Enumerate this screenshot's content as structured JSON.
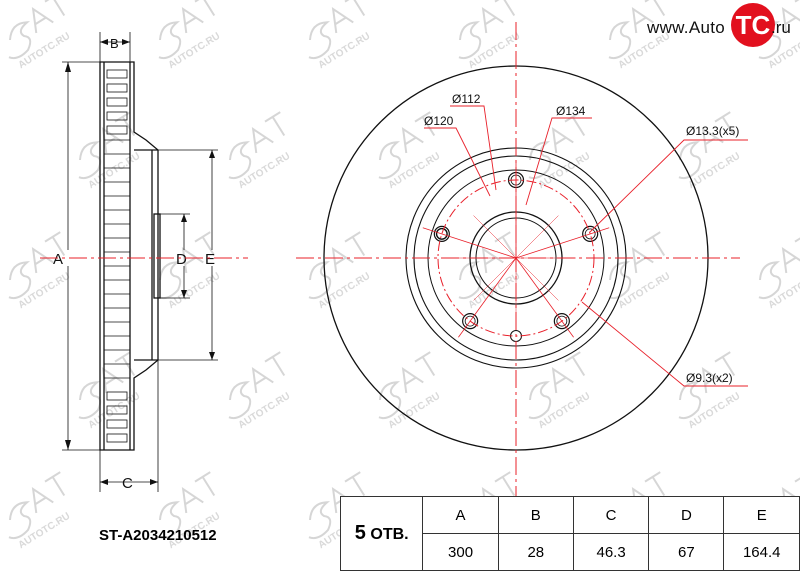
{
  "logo": {
    "www": "www.Auto",
    "tc": "TC",
    "ru": ".ru"
  },
  "part_number": "ST-A2034210512",
  "bolt_holes": {
    "count": "5",
    "suffix": "ОТВ."
  },
  "spec_table": {
    "headers": [
      "A",
      "B",
      "C",
      "D",
      "E"
    ],
    "values": [
      "300",
      "28",
      "46.3",
      "67",
      "164.4"
    ]
  },
  "side_view_labels": {
    "a": "A",
    "b": "B",
    "c": "C",
    "d": "D",
    "e": "E"
  },
  "front_view_labels": {
    "d112": "Ø112",
    "d120": "Ø120",
    "d134": "Ø134",
    "holes_large": "Ø13.3(x5)",
    "holes_small": "Ø9.3(x2)"
  },
  "watermark": "AUTOTC.RU",
  "colors": {
    "logo_red": "#e2101e",
    "centerline_red": "#e8202a",
    "line": "#111111"
  }
}
